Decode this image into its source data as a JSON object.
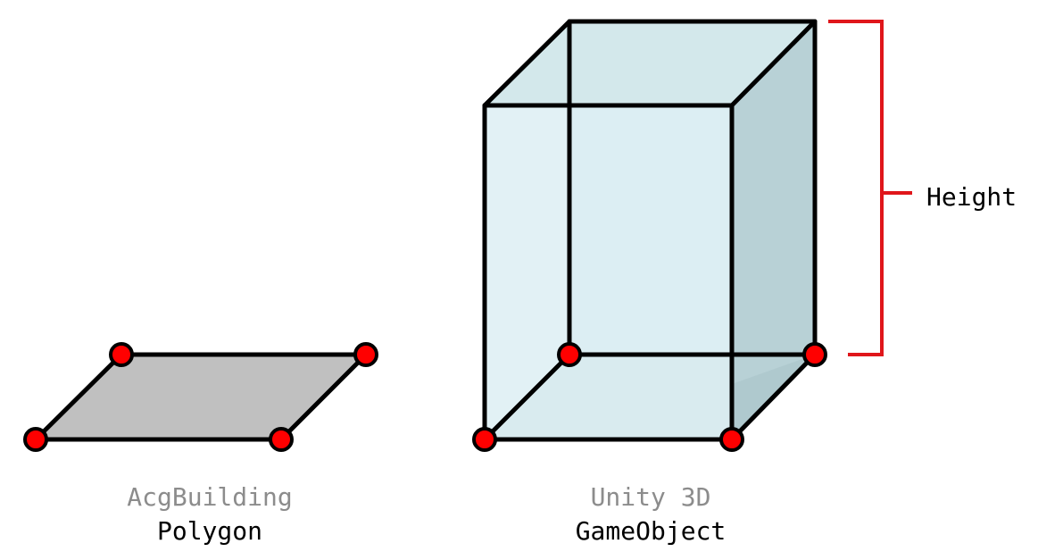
{
  "left": {
    "title": "AcgBuilding",
    "subtitle": "Polygon"
  },
  "right": {
    "title": "Unity 3D",
    "subtitle": "GameObject"
  },
  "dimension": {
    "label": "Height"
  },
  "colors": {
    "vertex": "#ff0000",
    "outline": "#000000",
    "polygon_fill": "#c0c0c0",
    "box_back": "#d6eaed",
    "box_front": "#ddeff3",
    "box_side": "#b8d1d6",
    "box_bottom": "#bfd4d8",
    "measure": "#e0161b",
    "title_gray": "#8c8c8c",
    "text": "#000000"
  }
}
